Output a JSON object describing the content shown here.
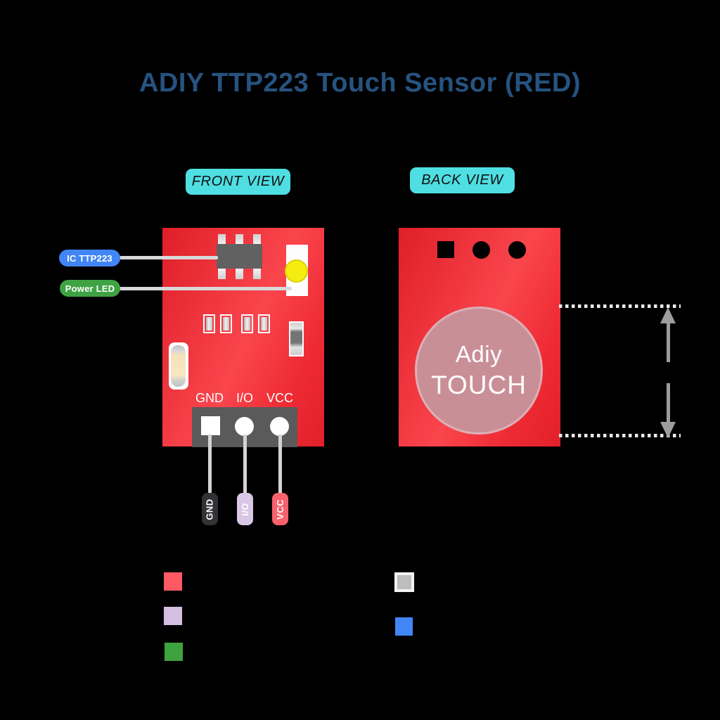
{
  "title": "ADIY TTP223 Touch Sensor (RED)",
  "front_view": {
    "badge_label": "FRONT VIEW",
    "callouts": {
      "ic_label": "IC TTP223",
      "power_led_label": "Power LED"
    },
    "pin_labels": [
      "GND",
      "I/O",
      "VCC"
    ],
    "wire_tags": [
      "GND",
      "I/O",
      "VCC"
    ]
  },
  "back_view": {
    "badge_label": "BACK VIEW",
    "touch_pad": {
      "line1": "Adiy",
      "line2": "TOUCH"
    }
  },
  "colors": {
    "background": "#000000",
    "title_text": "#265380",
    "view_badge_cyan": "#4FDEE2",
    "pcb_red": "#EE2B34",
    "ic_gray": "#616161",
    "ic_callout_blue": "#4285F4",
    "power_led_callout_green": "#3FA344",
    "led_lens_yellow": "#F5EC10",
    "pin_header_gray": "#5A5A5A",
    "wire_gray": "#D4D4D4",
    "wire_tag_gnd": "#333036",
    "wire_tag_io": "#D9C7E5",
    "wire_tag_vcc": "#F9616C",
    "touch_pad_pink": "#C98F97",
    "dimension_arrow_gray": "#9C9C9C"
  },
  "legend": {
    "left_swatches": [
      {
        "color": "#FF5A64"
      },
      {
        "color": "#D5BFE3"
      },
      {
        "color": "#3EA23E"
      }
    ],
    "right_swatches": [
      {
        "color": "#BDBDBD"
      },
      {
        "color": "#4285F4"
      }
    ]
  }
}
